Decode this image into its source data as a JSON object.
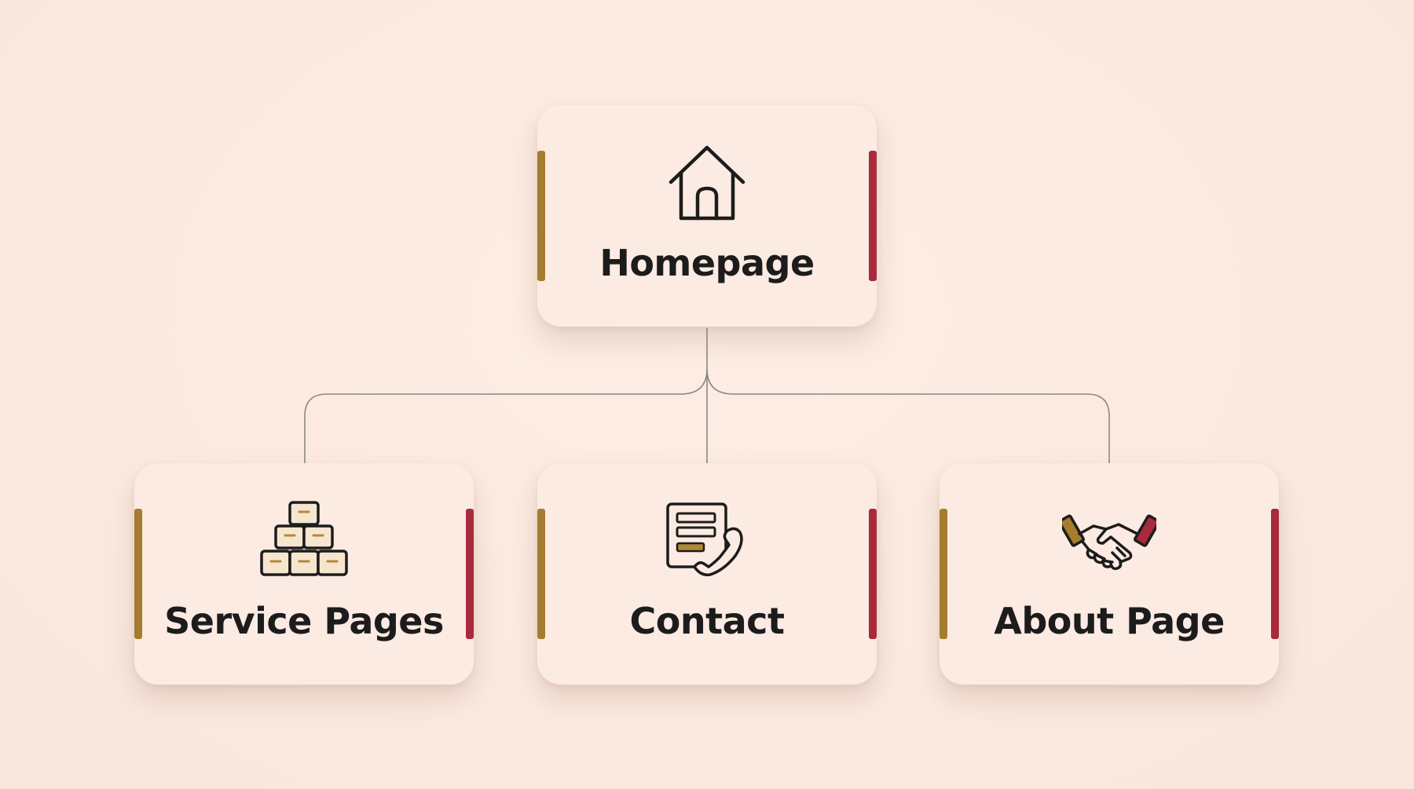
{
  "colors": {
    "background": "#fbebe1",
    "card": "#fcebe2",
    "accent_gold": "#a67c2e",
    "accent_red": "#a82a3c",
    "connector": "#8c8884",
    "text": "#1c1c1c"
  },
  "root": {
    "label": "Homepage",
    "icon": "house-icon"
  },
  "children": [
    {
      "label": "Service Pages",
      "icon": "stacked-boxes-icon"
    },
    {
      "label": "Contact",
      "icon": "contact-form-phone-icon"
    },
    {
      "label": "About Page",
      "icon": "handshake-icon"
    }
  ]
}
